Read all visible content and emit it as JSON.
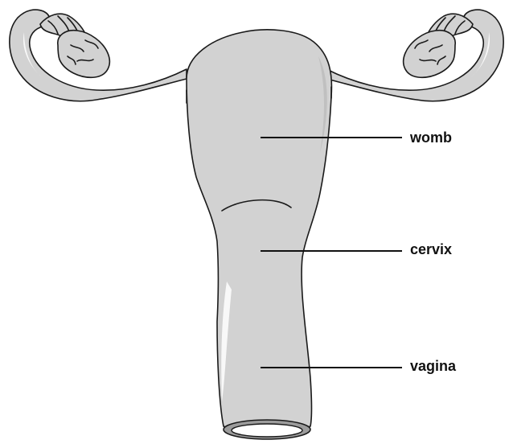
{
  "labels": {
    "womb": "womb",
    "cervix": "cervix",
    "vagina": "vagina"
  }
}
